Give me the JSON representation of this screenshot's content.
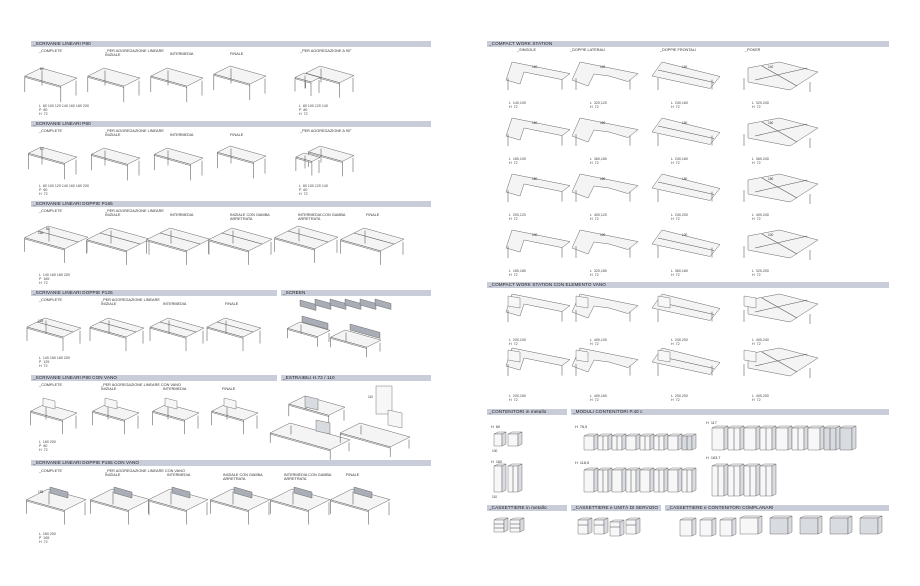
{
  "left": {
    "sections": [
      {
        "title": "_SCRIVANIE LINEARI P80",
        "labels": [
          "_COMPLETE",
          "_PER AGGREGAZIONE LINEARE\nINIZIALE",
          "INTERMEDIA",
          "FINALE",
          "_PER AGGREGAZIONE A 90°"
        ],
        "dims": [
          "L  80 100 120 140 160 180 200\nP  80\nH  72",
          "L  80 100 120 140\nP  80\nH  72"
        ]
      },
      {
        "title": "_SCRIVANIE LINEARI P60",
        "labels": [
          "_COMPLETE",
          "_PER AGGREGAZIONE LINEARE\nINIZIALE",
          "INTERMEDIA",
          "FINALE",
          "_PER AGGREGAZIONE A 90°"
        ],
        "dims": [
          "L  80 100 120 140 160 180 200\nP  60\nH  72",
          "L  80 100 120 140\nP  60\nH  72"
        ]
      },
      {
        "title": "_SCRIVANIE LINEARI DOPPIE P165",
        "labels": [
          "_COMPLETE",
          "_PER AGGREGAZIONE LINEARE\nINIZIALE",
          "INTERMEDIA",
          "INIZIALE CON GAMBA\nARRETRATA",
          "INTERMEDIA CON GAMBA\nARRETRATA",
          "FINALE"
        ],
        "dims": [
          "L  140 160 180 200\nP  165\nH  72"
        ]
      },
      {
        "title": "_SCRIVANIE LINEARI DOPPIE P125",
        "labels": [
          "_COMPLETE",
          "_PER AGGREGAZIONE LINEARE\nINIZIALE",
          "INTERMEDIA",
          "FINALE"
        ],
        "dims": [
          "L  140 160 180 200\nP  125\nH  72"
        ]
      },
      {
        "title": "_SCREEN",
        "labels": [],
        "dims": []
      },
      {
        "title": "_SCRIVANIE LINEARI P80 CON VANO",
        "labels": [
          "_COMPLETE",
          "_PER AGGREGAZIONE LINEARE CON VANO\nINIZIALE",
          "INTERMEDIA",
          "FINALE"
        ],
        "dims": [
          "L  160 200\nP  80\nH  72"
        ]
      },
      {
        "title": "_ESTRAIBILI H.72 / 110",
        "labels": [],
        "dims": []
      },
      {
        "title": "_SCRIVANIE LINEARI DOPPIE P165 CON VANO",
        "labels": [
          "_COMPLETE",
          "_PER AGGREGAZIONE LINEARE CON VANO\nINIZIALE",
          "INTERMEDIA",
          "INIZIALE CON GAMBA\nARRETRATA",
          "INTERMEDIA CON GAMBA\nARRETRATA",
          "FINALE"
        ],
        "dims": [
          "L  160 200\nP  165\nH  72"
        ]
      }
    ]
  },
  "right": {
    "compact": {
      "title": "_COMPACT WORK STATION",
      "cols": [
        "_SINGOLE",
        "_DOPPIE LATERALI",
        "_DOPPIE FRONTALI",
        "_POKER"
      ],
      "dims": [
        [
          "L  140,100\nH  72",
          "L  320,120\nH  72",
          "L  240,160\nH  72",
          "L  320,240\nH  72"
        ],
        [
          "L  180,100\nH  72",
          "L  360,160\nH  72",
          "L  240,180\nH  72",
          "L  360,240\nH  72"
        ],
        [
          "L  200,120\nH  72",
          "L  400,120\nH  72",
          "L  240,200\nH  72",
          "L  400,240\nH  72"
        ],
        [
          "L  180,180\nH  72",
          "L  320,180\nH  72",
          "L  360,180\nH  72",
          "L  320,200\nH  72"
        ]
      ]
    },
    "compactVano": {
      "title": "_COMPACT WORK STATION CON ELEMENTO VANO",
      "dims": [
        [
          "L  200,100\nH  72",
          "L  400,100\nH  72",
          "L  240,200\nH  72",
          "L  400,240\nH  72"
        ],
        [
          "L  200,160\nH  72",
          "L  400,160\nH  72",
          "L  200,200\nH  72",
          "L  400,200\nH  72"
        ]
      ]
    },
    "storage": [
      {
        "title": "_CONTENITORI in metallo",
        "h": [
          "H  60",
          "H  160"
        ]
      },
      {
        "title": "_MODULI CONTENITORI P.40 c",
        "h": [
          "H  76,5",
          "H  117",
          "H  118,5",
          "H  163,7"
        ]
      },
      {
        "title": "_CASSETTIERE in metallo"
      },
      {
        "title": "_CASSETTIERE e UNITÀ DI SERVIZIO"
      },
      {
        "title": "_CASSETTIERE e CONTENITORI COMPLANARI"
      }
    ]
  }
}
